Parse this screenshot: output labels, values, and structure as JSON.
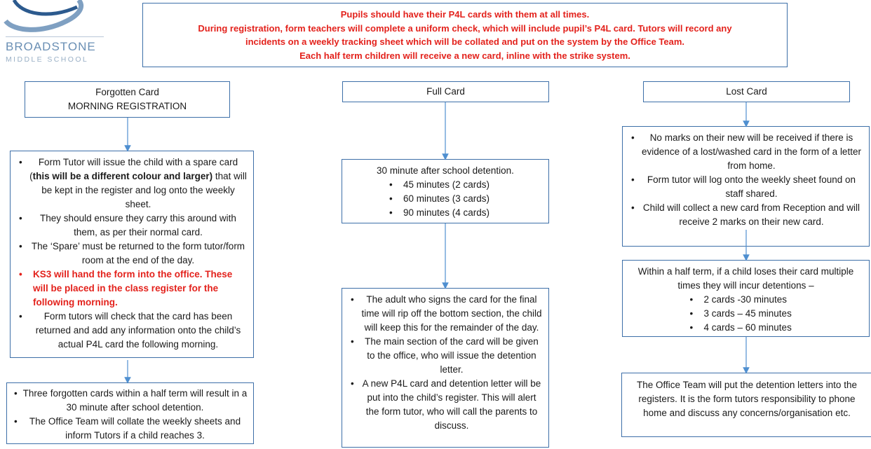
{
  "logo": {
    "name": "BROADSTONE",
    "subtitle": "MIDDLE SCHOOL"
  },
  "header": {
    "lines": [
      "Pupils should have their P4L cards with them at all times.",
      "During registration, form teachers will complete a uniform check, which will include pupil’s P4L card. Tutors will record any",
      "incidents on a weekly tracking sheet which will be collated and put on the system by the Office Team.",
      "Each half term children will receive a new card, inline with the strike system."
    ]
  },
  "forgotten": {
    "title_line1": "Forgotten Card",
    "title_line2": "MORNING REGISTRATION",
    "details": [
      {
        "before": "Form Tutor will issue the child with a spare card (",
        "bold": "this will be a different colour and larger)",
        "after": " that will be kept in the register and log onto the weekly sheet."
      },
      {
        "text": "They should ensure they carry this around with them, as per their normal card."
      },
      {
        "text": "The ‘Spare’ must be returned to the form tutor/form room at the end of the day."
      },
      {
        "text": "KS3 will hand the form into the office. These will be placed in the class register for the following morning."
      },
      {
        "text": "Form tutors will check that the card has been returned and add any information onto the child’s actual P4L card the following morning."
      }
    ],
    "outcome": [
      "Three forgotten cards within a half term will result in a 30 minute after school detention.",
      "The Office Team will collate the weekly sheets and inform Tutors if a child reaches 3."
    ]
  },
  "full": {
    "title": "Full Card",
    "detention_intro": "30 minute after school detention.",
    "detention_items": [
      "45 minutes (2 cards)",
      "60 minutes (3 cards)",
      "90 minutes (4 cards)"
    ],
    "process": [
      "The adult who signs the card for the final time will rip off the bottom section, the child will keep this for the remainder of the day.",
      "The main section of the card will be given to the office, who will issue the detention letter.",
      "A new P4L card and detention letter will be put into the child’s register. This will alert the form tutor, who will call the parents to discuss."
    ]
  },
  "lost": {
    "title": "Lost Card",
    "details": [
      "No marks on their new will be received if there is evidence of a lost/washed card in the form of a letter from home.",
      "Form tutor will log onto the weekly sheet found on staff shared.",
      "Child will collect a new card from Reception and will receive 2 marks on their new card."
    ],
    "multiple_intro": "Within a half term, if a child loses their card multiple times they will incur detentions –",
    "multiple_items": [
      "2 cards -30 minutes",
      "3 cards – 45 minutes",
      "4 cards – 60 minutes"
    ],
    "office": "The Office Team will put the detention letters into the registers. It is the form tutors responsibility to phone home and discuss any concerns/organisation etc."
  }
}
